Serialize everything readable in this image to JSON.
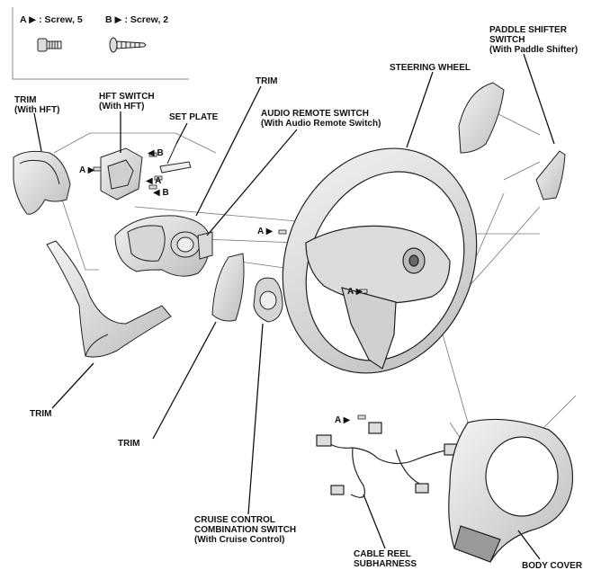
{
  "legend": {
    "a": "A ▶ : Screw, 5",
    "b": "B ▶ : Screw, 2"
  },
  "labels": {
    "trim_hft": [
      "TRIM",
      "(With HFT)"
    ],
    "hft_switch": [
      "HFT SWITCH",
      "(With HFT)"
    ],
    "set_plate": [
      "SET PLATE"
    ],
    "trim_upper": [
      "TRIM"
    ],
    "audio_remote": [
      "AUDIO REMOTE SWITCH",
      "(With Audio Remote Switch)"
    ],
    "steering_wheel": [
      "STEERING WHEEL"
    ],
    "paddle_shifter": [
      "PADDLE SHIFTER",
      "SWITCH",
      "(With Paddle Shifter)"
    ],
    "trim_lower_left": [
      "TRIM"
    ],
    "trim_lower_mid": [
      "TRIM"
    ],
    "cruise_control": [
      "CRUISE CONTROL",
      "COMBINATION SWITCH",
      "(With Cruise Control)"
    ],
    "cable_reel": [
      "CABLE REEL",
      "SUBHARNESS"
    ],
    "body_cover": [
      "BODY COVER"
    ]
  },
  "callouts": {
    "a": "A ▶",
    "b": "◀ B",
    "a_rev": "◀ A"
  }
}
